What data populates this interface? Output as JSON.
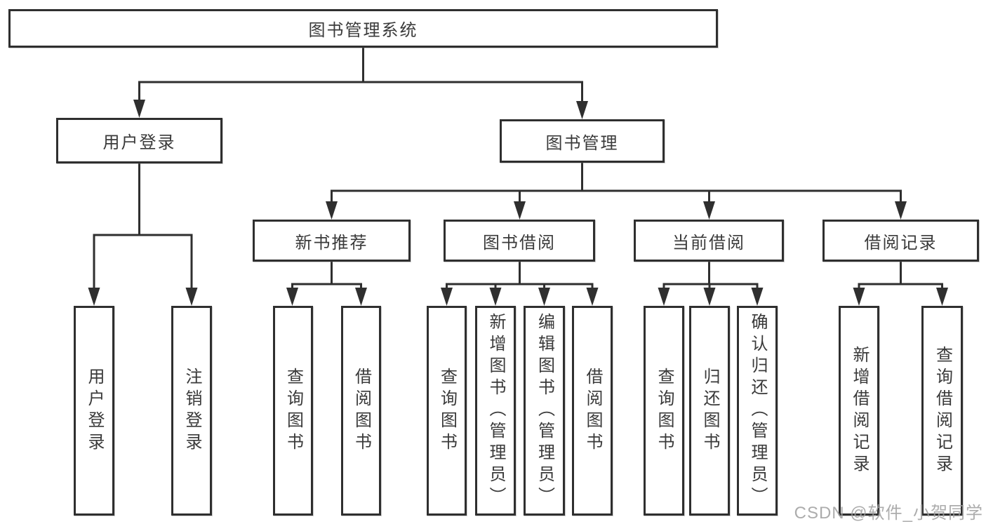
{
  "diagram": {
    "root": {
      "label": "图书管理系统",
      "children": [
        {
          "label": "用户登录",
          "children": [
            {
              "label": "用户登录"
            },
            {
              "label": "注销登录"
            }
          ]
        },
        {
          "label": "图书管理",
          "children": [
            {
              "label": "新书推荐",
              "children": [
                {
                  "label": "查询图书"
                },
                {
                  "label": "借阅图书"
                }
              ]
            },
            {
              "label": "图书借阅",
              "children": [
                {
                  "label": "查询图书"
                },
                {
                  "label": "新增图书（管理员）"
                },
                {
                  "label": "编辑图书（管理员）"
                },
                {
                  "label": "借阅图书"
                }
              ]
            },
            {
              "label": "当前借阅",
              "children": [
                {
                  "label": "查询图书"
                },
                {
                  "label": "归还图书"
                },
                {
                  "label": "确认归还（管理员）"
                }
              ]
            },
            {
              "label": "借阅记录",
              "children": [
                {
                  "label": "新增借阅记录"
                },
                {
                  "label": "查询借阅记录"
                }
              ]
            }
          ]
        }
      ]
    },
    "line_color": "#2f2f2f",
    "text_color": "#3a3a3a"
  },
  "watermark": "CSDN @软件_小贺同学"
}
